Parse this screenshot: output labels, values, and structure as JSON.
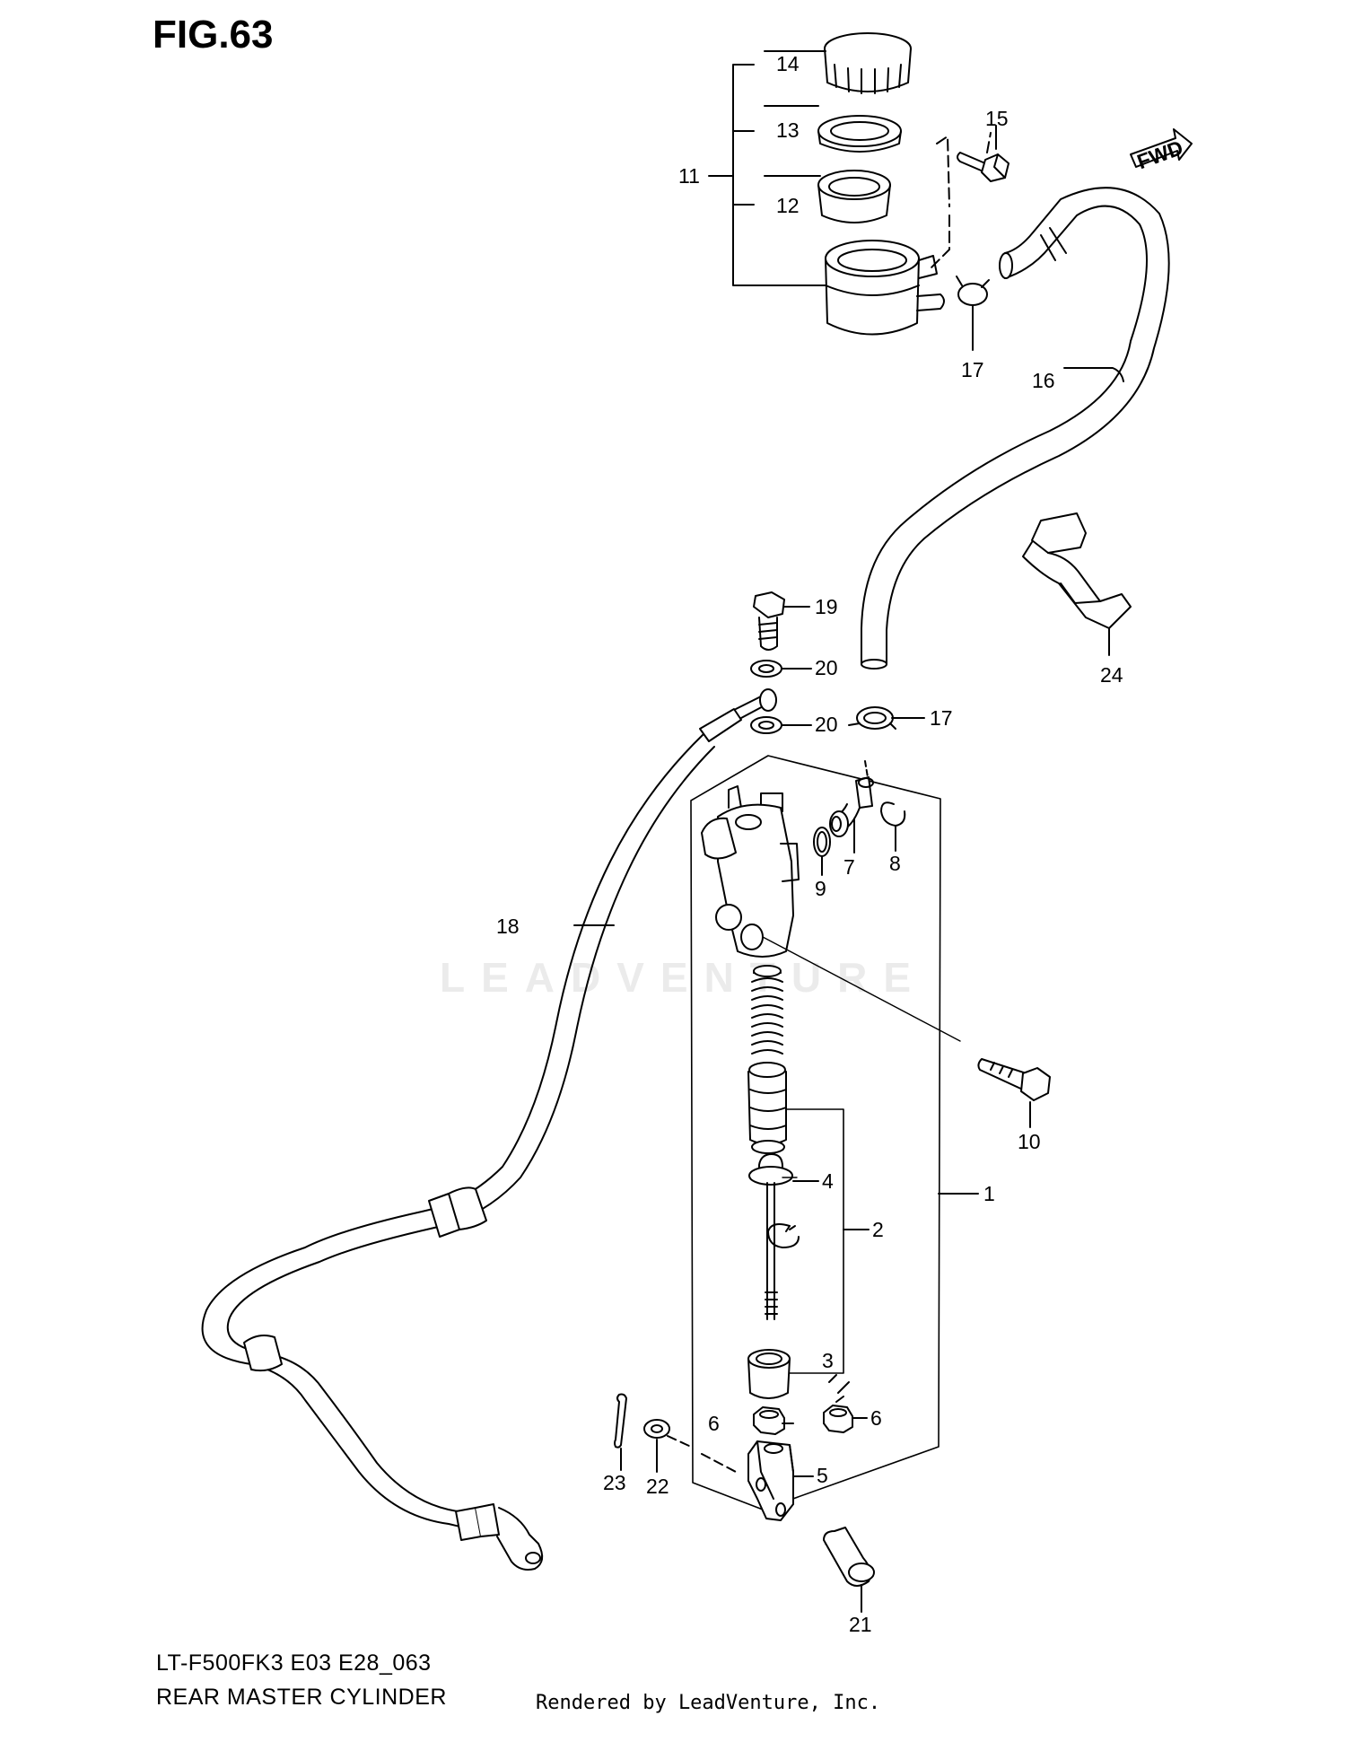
{
  "figure": {
    "title": "FIG.63",
    "model_code": "LT-F500FK3 E03 E28_063",
    "assembly_name": "REAR MASTER CYLINDER",
    "render_credit": "Rendered by LeadVenture, Inc.",
    "watermark": "LEADVENTURE"
  },
  "callouts": {
    "n1": "1",
    "n2": "2",
    "n3": "3",
    "n4": "4",
    "n5": "5",
    "n6a": "6",
    "n6b": "6",
    "n7": "7",
    "n8": "8",
    "n9": "9",
    "n10": "10",
    "n11": "11",
    "n12": "12",
    "n13": "13",
    "n14": "14",
    "n15": "15",
    "n16": "16",
    "n17a": "17",
    "n17b": "17",
    "n18": "18",
    "n19": "19",
    "n20a": "20",
    "n20b": "20",
    "n21": "21",
    "n22": "22",
    "n23": "23",
    "n24": "24"
  },
  "fwd_label": "FWD"
}
